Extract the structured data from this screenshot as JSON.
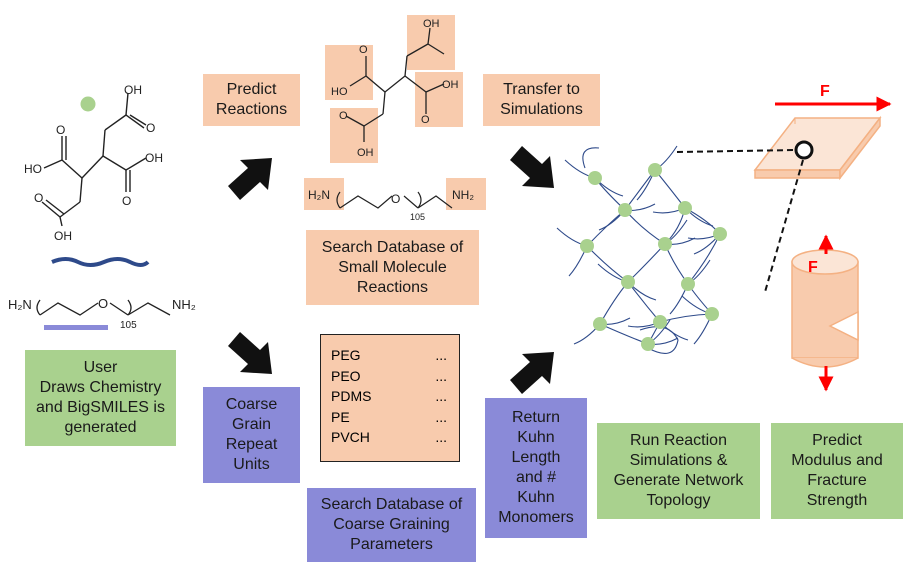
{
  "boxes": {
    "predict_reactions": "Predict\nReactions",
    "transfer": "Transfer to\nSimulations",
    "search_small": "Search Database of\nSmall Molecule\nReactions",
    "user": "User\nDraws Chemistry\nand BigSMILES is\ngenerated",
    "coarse_grain": "Coarse\nGrain\nRepeat\nUnits",
    "search_cg": "Search Database of\nCoarse Graining\nParameters",
    "return_kuhn": "Return\nKuhn\nLength\nand #\nKuhn\nMonomers",
    "run_reaction": "Run Reaction\nSimulations &\nGenerate Network\nTopology",
    "predict_modulus": "Predict\nModulus and\nFracture\nStrength"
  },
  "polymer_list": [
    {
      "name": "PEG",
      "more": "..."
    },
    {
      "name": "PEO",
      "more": "..."
    },
    {
      "name": "PDMS",
      "more": "..."
    },
    {
      "name": "PE",
      "more": "..."
    },
    {
      "name": "PVCH",
      "more": "..."
    }
  ],
  "chem_labels": {
    "oh": "OH",
    "ho": "HO",
    "h2n": "H₂N",
    "nh2": "NH₂",
    "o": "O",
    "repeat": "105"
  },
  "force_label": "F",
  "colors": {
    "peach": "#f8cbad",
    "green": "#a9d18e",
    "purple": "#8a8ad8",
    "force_red": "#ff0000",
    "chain_blue": "#2e4a8a",
    "node_green": "#a9d18e"
  }
}
